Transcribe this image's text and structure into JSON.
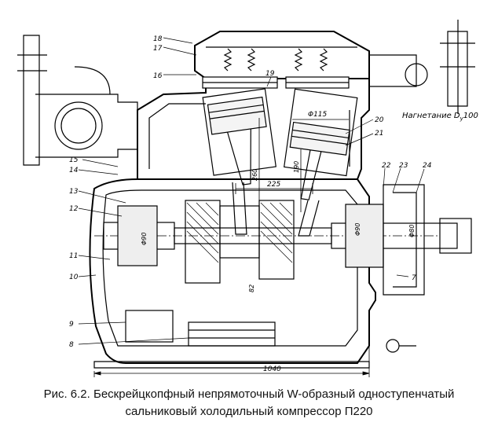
{
  "caption": {
    "line1": "Рис. 6.2. Бескрейцкопфный непрямоточный W-образный одноступенчатый",
    "line2": "сальниковый холодильный компрессор П220"
  },
  "callouts": [
    "7",
    "8",
    "9",
    "10",
    "11",
    "12",
    "13",
    "14",
    "15",
    "16",
    "17",
    "18",
    "19",
    "20",
    "21",
    "22",
    "23",
    "24"
  ],
  "dimensions": {
    "overall_length": "1040",
    "cylinder_diameter": "Φ115",
    "crank_offset": "225",
    "height_260": "260",
    "height_190": "190",
    "dim_82": "82",
    "shaft_diameter_left": "Φ90",
    "shaft_diameter_right": "Φ90",
    "shaft_end_diameter": "Φ80"
  },
  "annotation": {
    "discharge": "Нагнетание D",
    "discharge_sub": "у",
    "discharge_value": "100"
  }
}
